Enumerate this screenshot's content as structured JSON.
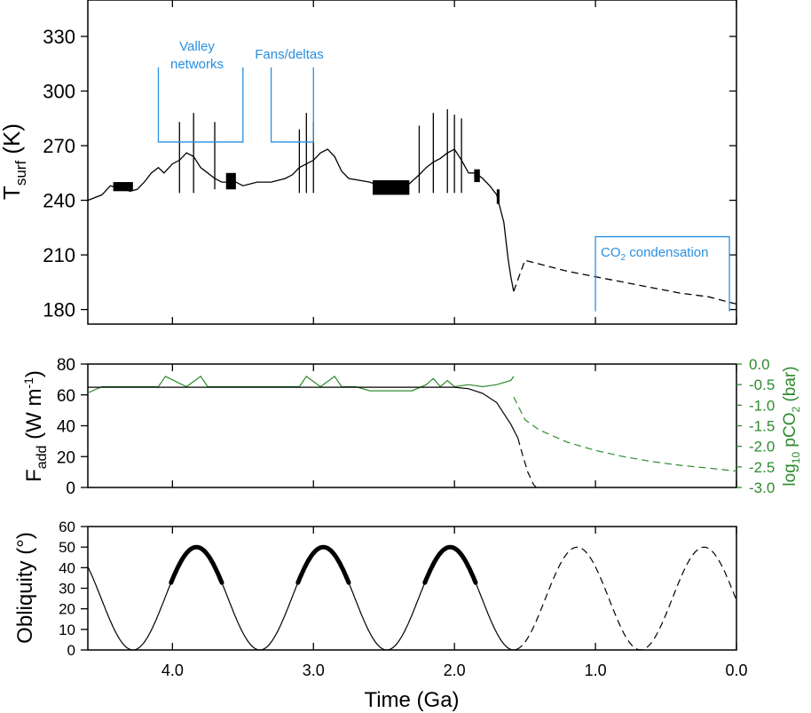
{
  "figure": {
    "xlabel": "Time (Ga)",
    "x_ticks": [
      4.0,
      3.0,
      2.0,
      1.0,
      0.0
    ],
    "x_tick_labels": [
      "4.0",
      "3.0",
      "2.0",
      "1.0",
      "0.0"
    ],
    "xlim": [
      4.6,
      0.0
    ]
  },
  "colors": {
    "annotation": "#2a8fe0",
    "pco2": "#2e8b2e",
    "main": "#000000"
  },
  "chart_data": [
    {
      "id": "tsurf",
      "type": "line",
      "ylabel_main": "T",
      "ylabel_sub": "surf",
      "ylabel_tail": " (K)",
      "ylim": [
        172,
        350
      ],
      "y_ticks": [
        180,
        210,
        240,
        270,
        300,
        330
      ],
      "y_tick_labels": [
        "180",
        "210",
        "240",
        "270",
        "300",
        "330"
      ],
      "annotations": [
        {
          "lines": [
            "Valley",
            "networks"
          ],
          "x_start": 4.1,
          "x_end": 3.5,
          "y_level": 272,
          "y_top": 313
        },
        {
          "lines": [
            "Fans/deltas"
          ],
          "x_start": 3.3,
          "x_end": 3.0,
          "y_level": 272,
          "y_top": 313
        },
        {
          "main": "CO",
          "sub": "2",
          "tail": " condensation",
          "x_start": 1.0,
          "x_end": 0.05,
          "y_top": 220,
          "y_bottom": 179
        }
      ],
      "series": [
        {
          "style": "solid",
          "x": [
            4.6,
            4.5,
            4.44,
            4.4,
            4.3,
            4.25,
            4.2,
            4.15,
            4.1,
            4.06,
            4.0,
            3.95,
            3.9,
            3.85,
            3.8,
            3.75,
            3.7,
            3.65,
            3.55,
            3.5,
            3.4,
            3.3,
            3.2,
            3.15,
            3.1,
            3.05,
            3.0,
            2.95,
            2.9,
            2.85,
            2.8,
            2.75,
            2.6,
            2.5,
            2.35,
            2.25,
            2.2,
            2.15,
            2.1,
            2.05,
            2.0,
            1.95,
            1.9,
            1.85,
            1.8,
            1.75,
            1.7,
            1.65,
            1.62,
            1.6,
            1.58
          ],
          "y": [
            240,
            243,
            248,
            247,
            245,
            246,
            250,
            255,
            258,
            255,
            260,
            262,
            266,
            264,
            258,
            255,
            252,
            250,
            250,
            248,
            250,
            250,
            252,
            254,
            258,
            260,
            262,
            266,
            268,
            264,
            256,
            252,
            250,
            247,
            247,
            254,
            258,
            261,
            263,
            266,
            268,
            262,
            255,
            255,
            252,
            248,
            243,
            228,
            208,
            198,
            190
          ]
        },
        {
          "style": "dashed",
          "x": [
            1.58,
            1.5,
            1.4,
            1.3,
            1.2,
            1.0,
            0.8,
            0.6,
            0.4,
            0.2,
            0.0
          ],
          "y": [
            190,
            207,
            205,
            203,
            201,
            198,
            195,
            192,
            189,
            187,
            183
          ]
        }
      ],
      "spikes": [
        {
          "x": 3.95,
          "y_low": 244,
          "y_high": 283
        },
        {
          "x": 3.85,
          "y_low": 244,
          "y_high": 288
        },
        {
          "x": 3.7,
          "y_low": 246,
          "y_high": 283
        },
        {
          "x": 3.1,
          "y_low": 244,
          "y_high": 279
        },
        {
          "x": 3.05,
          "y_low": 244,
          "y_high": 288
        },
        {
          "x": 3.0,
          "y_low": 244,
          "y_high": 283
        },
        {
          "x": 2.25,
          "y_low": 244,
          "y_high": 281
        },
        {
          "x": 2.15,
          "y_low": 244,
          "y_high": 288
        },
        {
          "x": 2.05,
          "y_low": 244,
          "y_high": 290
        },
        {
          "x": 2.0,
          "y_low": 244,
          "y_high": 287
        },
        {
          "x": 1.95,
          "y_low": 244,
          "y_high": 285
        }
      ],
      "oscillation_bands": [
        {
          "x_start": 4.42,
          "x_end": 4.28,
          "y_low": 245,
          "y_high": 250
        },
        {
          "x_start": 3.62,
          "x_end": 3.55,
          "y_low": 246,
          "y_high": 255
        },
        {
          "x_start": 2.58,
          "x_end": 2.32,
          "y_low": 243,
          "y_high": 251
        },
        {
          "x_start": 1.86,
          "x_end": 1.82,
          "y_low": 250,
          "y_high": 257
        },
        {
          "x_start": 1.7,
          "x_end": 1.68,
          "y_low": 238,
          "y_high": 246
        }
      ]
    },
    {
      "id": "fadd",
      "type": "line",
      "ylabel_main": "F",
      "ylabel_sub": "add",
      "ylabel_mid": " (W m",
      "ylabel_sup": "-1",
      "ylabel_tail": ")",
      "ylim": [
        0,
        80
      ],
      "y_ticks": [
        0,
        20,
        40,
        60,
        80
      ],
      "y_tick_labels": [
        "0",
        "20",
        "40",
        "60",
        "80"
      ],
      "series": [
        {
          "style": "solid",
          "x": [
            4.6,
            2.0,
            1.9,
            1.8,
            1.7,
            1.6,
            1.55
          ],
          "y": [
            65,
            65,
            64,
            61,
            55,
            41,
            32
          ]
        },
        {
          "style": "dashed",
          "x": [
            1.55,
            1.52,
            1.48,
            1.44,
            1.42
          ],
          "y": [
            32,
            22,
            10,
            2,
            0
          ]
        }
      ],
      "secondary": {
        "ylabel_main": "log",
        "ylabel_sub": "10",
        "ylabel_mid": " pCO",
        "ylabel_sub2": "2",
        "ylabel_tail": " (bar)",
        "ylim": [
          -3.0,
          0.0
        ],
        "y_ticks": [
          0.0,
          -0.5,
          -1.0,
          -1.5,
          -2.0,
          -2.5,
          -3.0
        ],
        "y_tick_labels": [
          "0.0",
          "-0.5",
          "-1.0",
          "-1.5",
          "-2.0",
          "-2.5",
          "-3.0"
        ],
        "series": [
          {
            "style": "solid",
            "x": [
              4.6,
              4.5,
              4.3,
              4.1,
              4.05,
              3.9,
              3.8,
              3.75,
              3.6,
              3.5,
              3.3,
              3.1,
              3.05,
              2.95,
              2.85,
              2.8,
              2.7,
              2.6,
              2.3,
              2.2,
              2.15,
              2.1,
              2.05,
              2.0,
              1.9,
              1.8,
              1.7,
              1.6,
              1.58
            ],
            "y": [
              -0.7,
              -0.55,
              -0.55,
              -0.55,
              -0.3,
              -0.55,
              -0.3,
              -0.55,
              -0.55,
              -0.55,
              -0.55,
              -0.55,
              -0.3,
              -0.55,
              -0.3,
              -0.55,
              -0.55,
              -0.65,
              -0.65,
              -0.5,
              -0.35,
              -0.55,
              -0.4,
              -0.55,
              -0.5,
              -0.55,
              -0.5,
              -0.4,
              -0.3
            ]
          },
          {
            "style": "dashed",
            "x": [
              1.58,
              1.5,
              1.4,
              1.2,
              1.0,
              0.8,
              0.6,
              0.4,
              0.2,
              0.0
            ],
            "y": [
              -0.8,
              -1.35,
              -1.6,
              -1.9,
              -2.1,
              -2.25,
              -2.37,
              -2.46,
              -2.53,
              -2.6
            ]
          }
        ]
      }
    },
    {
      "id": "obliquity",
      "type": "line",
      "ylabel": "Obliquity (°)",
      "ylim": [
        0,
        60
      ],
      "y_ticks": [
        0,
        10,
        20,
        30,
        40,
        50,
        60
      ],
      "y_tick_labels": [
        "0",
        "10",
        "20",
        "30",
        "40",
        "50",
        "60"
      ],
      "curve": {
        "amplitude": 25,
        "offset": 25,
        "period_ga": 0.9,
        "peak_x": 3.83
      },
      "segments": [
        {
          "style": "solid",
          "x_start": 4.6,
          "x_end": 4.01
        },
        {
          "style": "thick",
          "x_start": 4.01,
          "x_end": 3.65
        },
        {
          "style": "solid",
          "x_start": 3.65,
          "x_end": 3.11
        },
        {
          "style": "thick",
          "x_start": 3.11,
          "x_end": 2.75
        },
        {
          "style": "solid",
          "x_start": 2.75,
          "x_end": 2.21
        },
        {
          "style": "thick",
          "x_start": 2.21,
          "x_end": 1.85
        },
        {
          "style": "solid",
          "x_start": 1.85,
          "x_end": 1.56
        },
        {
          "style": "dashed",
          "x_start": 1.56,
          "x_end": 0.0
        }
      ]
    }
  ]
}
